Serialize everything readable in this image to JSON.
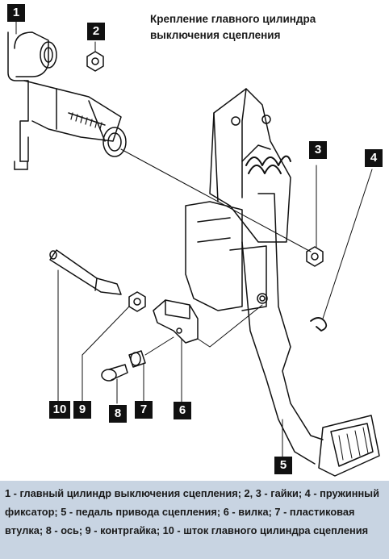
{
  "title_line1": "Крепление главного цилиндра",
  "title_line2": "выключения сцепления",
  "labels": [
    "1",
    "2",
    "3",
    "4",
    "5",
    "6",
    "7",
    "8",
    "9",
    "10"
  ],
  "caption": "1 - главный цилиндр выключения сцепления; 2, 3 - гайки; 4 - пружинный фиксатор; 5 - педаль привода сцепления; 6 - вилка; 7 - пластиковая втулка; 8 - ось; 9 - контргайка; 10 - шток главного цилиндра сцепления"
}
